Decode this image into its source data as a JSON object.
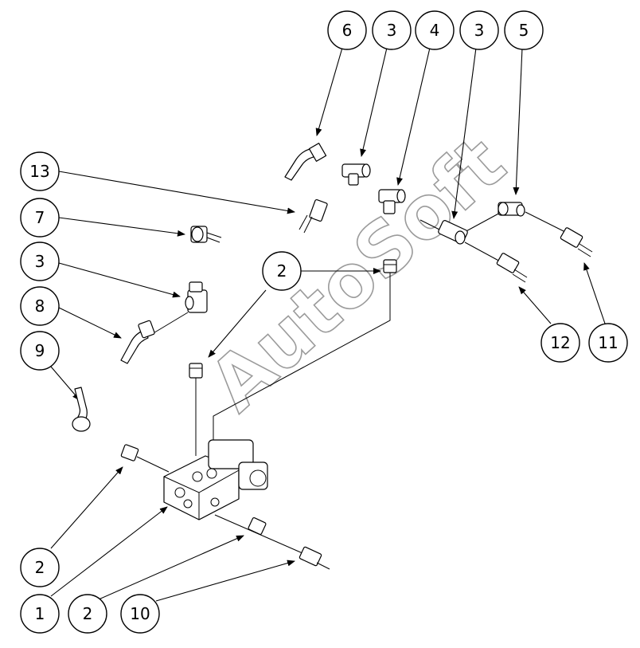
{
  "watermark": "AutoSoft",
  "callouts": [
    {
      "id": "c-6",
      "label": "6"
    },
    {
      "id": "c-3a",
      "label": "3"
    },
    {
      "id": "c-4",
      "label": "4"
    },
    {
      "id": "c-3b",
      "label": "3"
    },
    {
      "id": "c-5",
      "label": "5"
    },
    {
      "id": "c-13",
      "label": "13"
    },
    {
      "id": "c-7",
      "label": "7"
    },
    {
      "id": "c-3c",
      "label": "3"
    },
    {
      "id": "c-8",
      "label": "8"
    },
    {
      "id": "c-9",
      "label": "9"
    },
    {
      "id": "c-2a",
      "label": "2"
    },
    {
      "id": "c-12",
      "label": "12"
    },
    {
      "id": "c-11",
      "label": "11"
    },
    {
      "id": "c-2b",
      "label": "2"
    },
    {
      "id": "c-1",
      "label": "1"
    },
    {
      "id": "c-2c",
      "label": "2"
    },
    {
      "id": "c-10",
      "label": "10"
    }
  ]
}
